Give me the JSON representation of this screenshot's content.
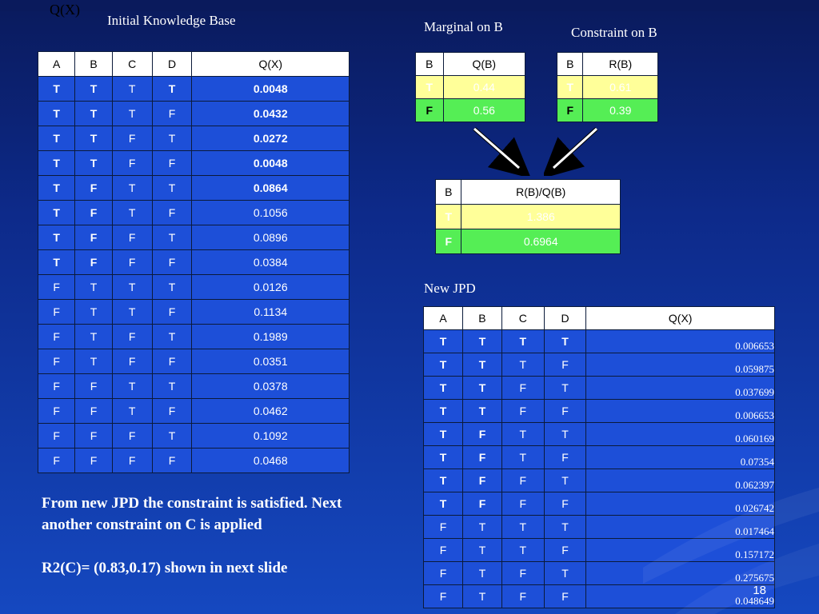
{
  "corner_text": "Q(X)",
  "titles": {
    "initial": "Initial Knowledge Base",
    "marginal": "Marginal on B",
    "constraint": "Constraint on B",
    "new_jpd": "New JPD"
  },
  "initial_table": {
    "headers": [
      "A",
      "B",
      "C",
      "D",
      "Q(X)"
    ],
    "rows": [
      [
        "T",
        "T",
        "T",
        "T",
        "0.0048"
      ],
      [
        "T",
        "T",
        "T",
        "F",
        "0.0432"
      ],
      [
        "T",
        "T",
        "F",
        "T",
        "0.0272"
      ],
      [
        "T",
        "T",
        "F",
        "F",
        "0.0048"
      ],
      [
        "T",
        "F",
        "T",
        "T",
        "0.0864"
      ],
      [
        "T",
        "F",
        "T",
        "F",
        "0.1056"
      ],
      [
        "T",
        "F",
        "F",
        "T",
        "0.0896"
      ],
      [
        "T",
        "F",
        "F",
        "F",
        "0.0384"
      ],
      [
        "F",
        "T",
        "T",
        "T",
        "0.0126"
      ],
      [
        "F",
        "T",
        "T",
        "F",
        "0.1134"
      ],
      [
        "F",
        "T",
        "F",
        "T",
        "0.1989"
      ],
      [
        "F",
        "T",
        "F",
        "F",
        "0.0351"
      ],
      [
        "F",
        "F",
        "T",
        "T",
        "0.0378"
      ],
      [
        "F",
        "F",
        "T",
        "F",
        "0.0462"
      ],
      [
        "F",
        "F",
        "F",
        "T",
        "0.1092"
      ],
      [
        "F",
        "F",
        "F",
        "F",
        "0.0468"
      ]
    ]
  },
  "marginal_table": {
    "headers": [
      "B",
      "Q(B)"
    ],
    "rows": [
      [
        "T",
        "0.44"
      ],
      [
        "F",
        "0.56"
      ]
    ]
  },
  "constraint_table": {
    "headers": [
      "B",
      "R(B)"
    ],
    "rows": [
      [
        "T",
        "0.61"
      ],
      [
        "F",
        "0.39"
      ]
    ]
  },
  "ratio_table": {
    "headers": [
      "B",
      "R(B)/Q(B)"
    ],
    "rows": [
      [
        "T",
        "1.386"
      ],
      [
        "F",
        "0.6964"
      ]
    ]
  },
  "new_jpd_table": {
    "headers": [
      "A",
      "B",
      "C",
      "D",
      "Q(X)"
    ],
    "rows": [
      [
        "T",
        "T",
        "T",
        "T",
        "0.006653"
      ],
      [
        "T",
        "T",
        "T",
        "F",
        "0.059875"
      ],
      [
        "T",
        "T",
        "F",
        "T",
        "0.037699"
      ],
      [
        "T",
        "T",
        "F",
        "F",
        "0.006653"
      ],
      [
        "T",
        "F",
        "T",
        "T",
        "0.060169"
      ],
      [
        "T",
        "F",
        "T",
        "F",
        "0.07354"
      ],
      [
        "T",
        "F",
        "F",
        "T",
        "0.062397"
      ],
      [
        "T",
        "F",
        "F",
        "F",
        "0.026742"
      ],
      [
        "F",
        "T",
        "T",
        "T",
        "0.017464"
      ],
      [
        "F",
        "T",
        "T",
        "F",
        "0.157172"
      ],
      [
        "F",
        "T",
        "F",
        "T",
        "0.275675"
      ],
      [
        "F",
        "T",
        "F",
        "F",
        "0.048649"
      ]
    ]
  },
  "bottom_text": {
    "line1": "From new JPD the constraint is satisfied. Next",
    "line2": "another constraint on C is applied",
    "line3": "R2(C)= (0.83,0.17)  shown in next slide"
  },
  "page_number": "18",
  "colors": {
    "background": "#0d2a8a",
    "cell_blue": "#1d4fd8",
    "highlight_yellow": "#ffff99",
    "highlight_green": "#55ee55"
  }
}
